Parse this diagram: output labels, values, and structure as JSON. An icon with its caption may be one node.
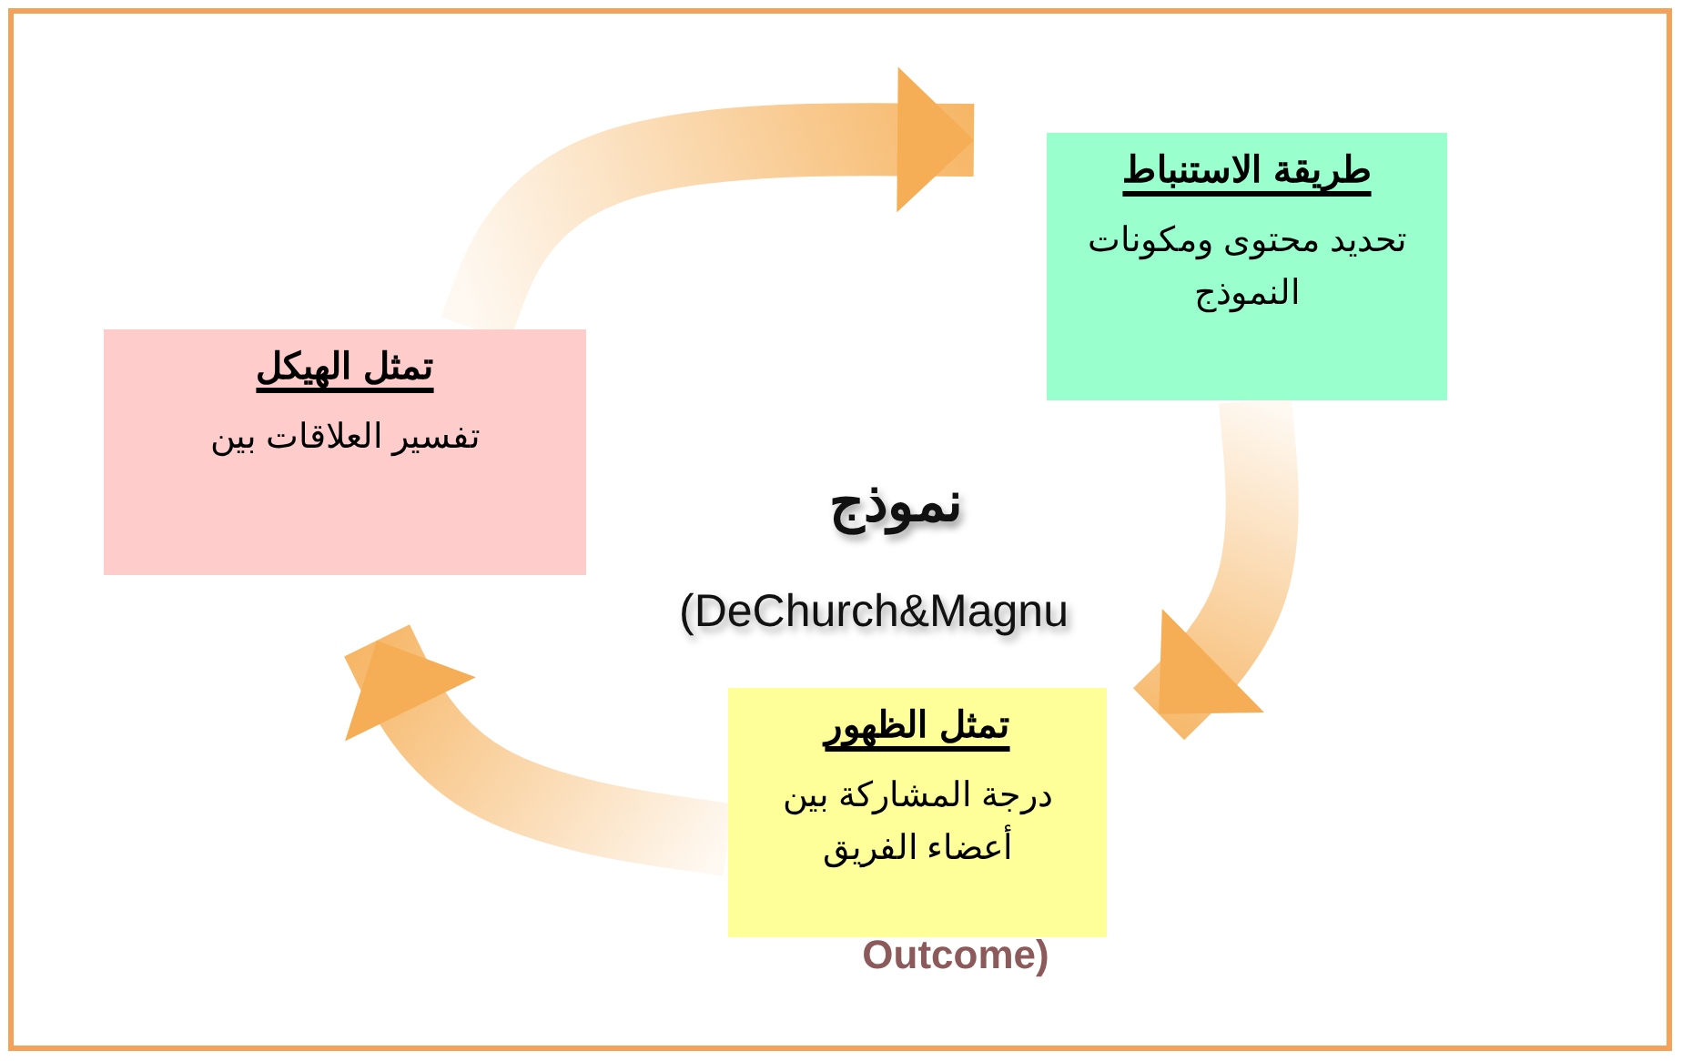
{
  "diagram": {
    "nodes": [
      {
        "text": [
          "طريقة الاستنباط",
          "تحديد محتوى ومكونات النموذج"
        ]
      },
      {
        "text": [
          "تمثل الظهور",
          "درجة المشاركة بين أعضاء الفريق"
        ]
      },
      {
        "text": [
          "تمثل الهيكل",
          "تفسير العلاقات بين"
        ]
      }
    ],
    "edges": [
      {
        "from": 2,
        "to": 0,
        "arrow": "to"
      },
      {
        "from": 0,
        "to": 1,
        "arrow": "to"
      },
      {
        "from": 1,
        "to": 2,
        "arrow": "to"
      }
    ],
    "labels": [
      "نموذج",
      "(DeChurch&Magnu",
      "Outcome)"
    ]
  }
}
